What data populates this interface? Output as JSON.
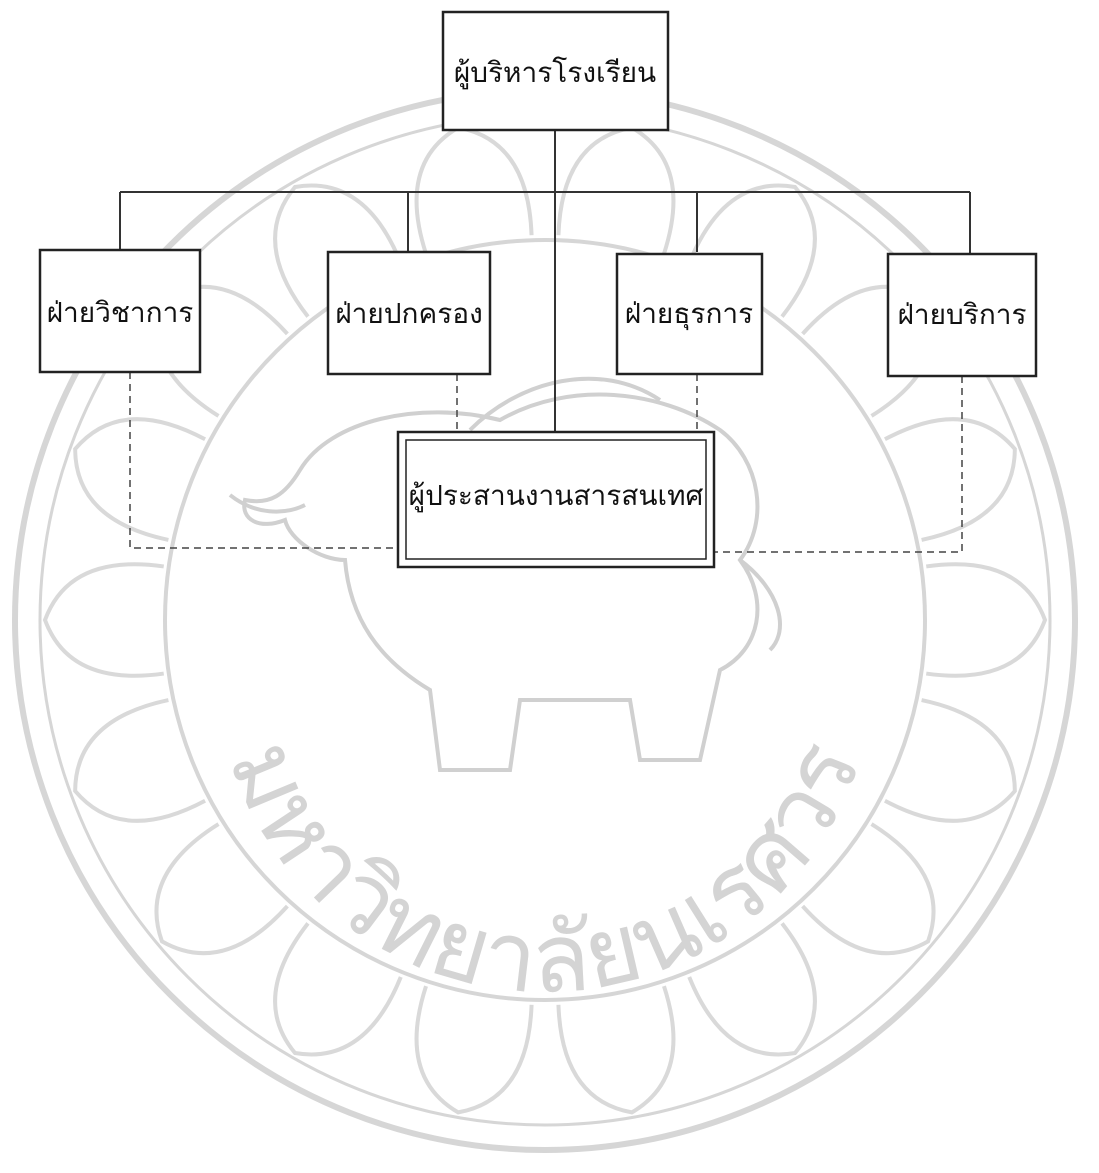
{
  "diagram": {
    "root": {
      "label": "ผู้บริหารโรงเรียน"
    },
    "departments": [
      {
        "label": "ฝ่ายวิชาการ"
      },
      {
        "label": "ฝ่ายปกครอง"
      },
      {
        "label": "ฝ่ายธุรการ"
      },
      {
        "label": "ฝ่ายบริการ"
      }
    ],
    "coordinator": {
      "label": "ผู้ประสานงานสารสนเทศ"
    }
  },
  "watermark": {
    "seal_text": "มหาวิทยาลัยนเรศวร"
  },
  "colors": {
    "line": "#333333",
    "watermark": "#d4d4d4",
    "background": "#ffffff"
  }
}
